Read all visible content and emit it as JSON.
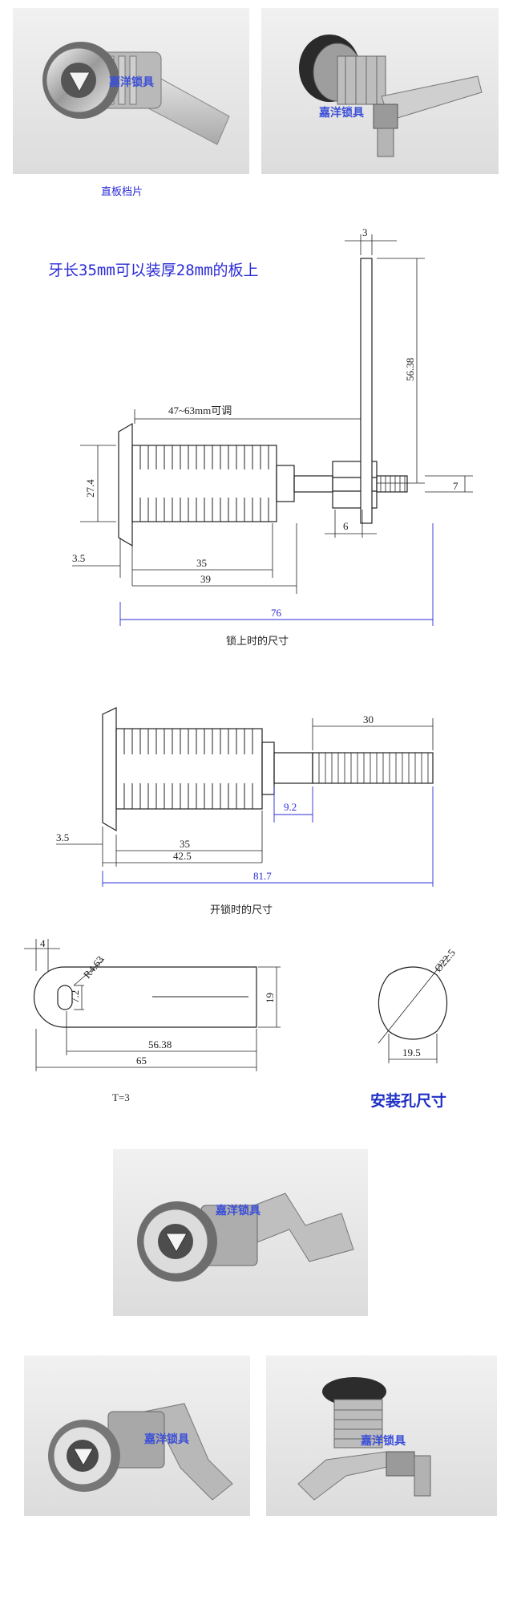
{
  "photos": {
    "watermark": "嘉洋锁具",
    "caption_flat_cam": "直板档片"
  },
  "drawing_locked": {
    "note": "牙长35mm可以装厚28mm的板上",
    "adjust_range": "47~63mm可调",
    "cam_thickness": "3",
    "cam_length": "56.38",
    "flange_height": "27.4",
    "thread_dia": "7",
    "nut_width": "6",
    "flange_thick": "3.5",
    "thread_len": "35",
    "body_len": "39",
    "total_len": "76",
    "caption": "锁上时的尺寸"
  },
  "drawing_unlocked": {
    "stud_len": "30",
    "shoulder": "9.2",
    "flange_thick": "3.5",
    "thread_len": "35",
    "body_len": "42.5",
    "total_len": "81.7",
    "caption": "开锁时的尺寸"
  },
  "cam_plate": {
    "edge": "4",
    "radius": "R4.63",
    "flat": "7.2",
    "width": "19",
    "hole_to_end": "56.38",
    "length": "65",
    "thickness": "T=3"
  },
  "mount_hole": {
    "diameter": "Ø22.5",
    "flat_width": "19.5",
    "title": "安装孔尺寸"
  },
  "colors": {
    "accent_blue": "#2b2bd6",
    "watermark_blue": "#3b4fd8",
    "line": "#222222"
  }
}
